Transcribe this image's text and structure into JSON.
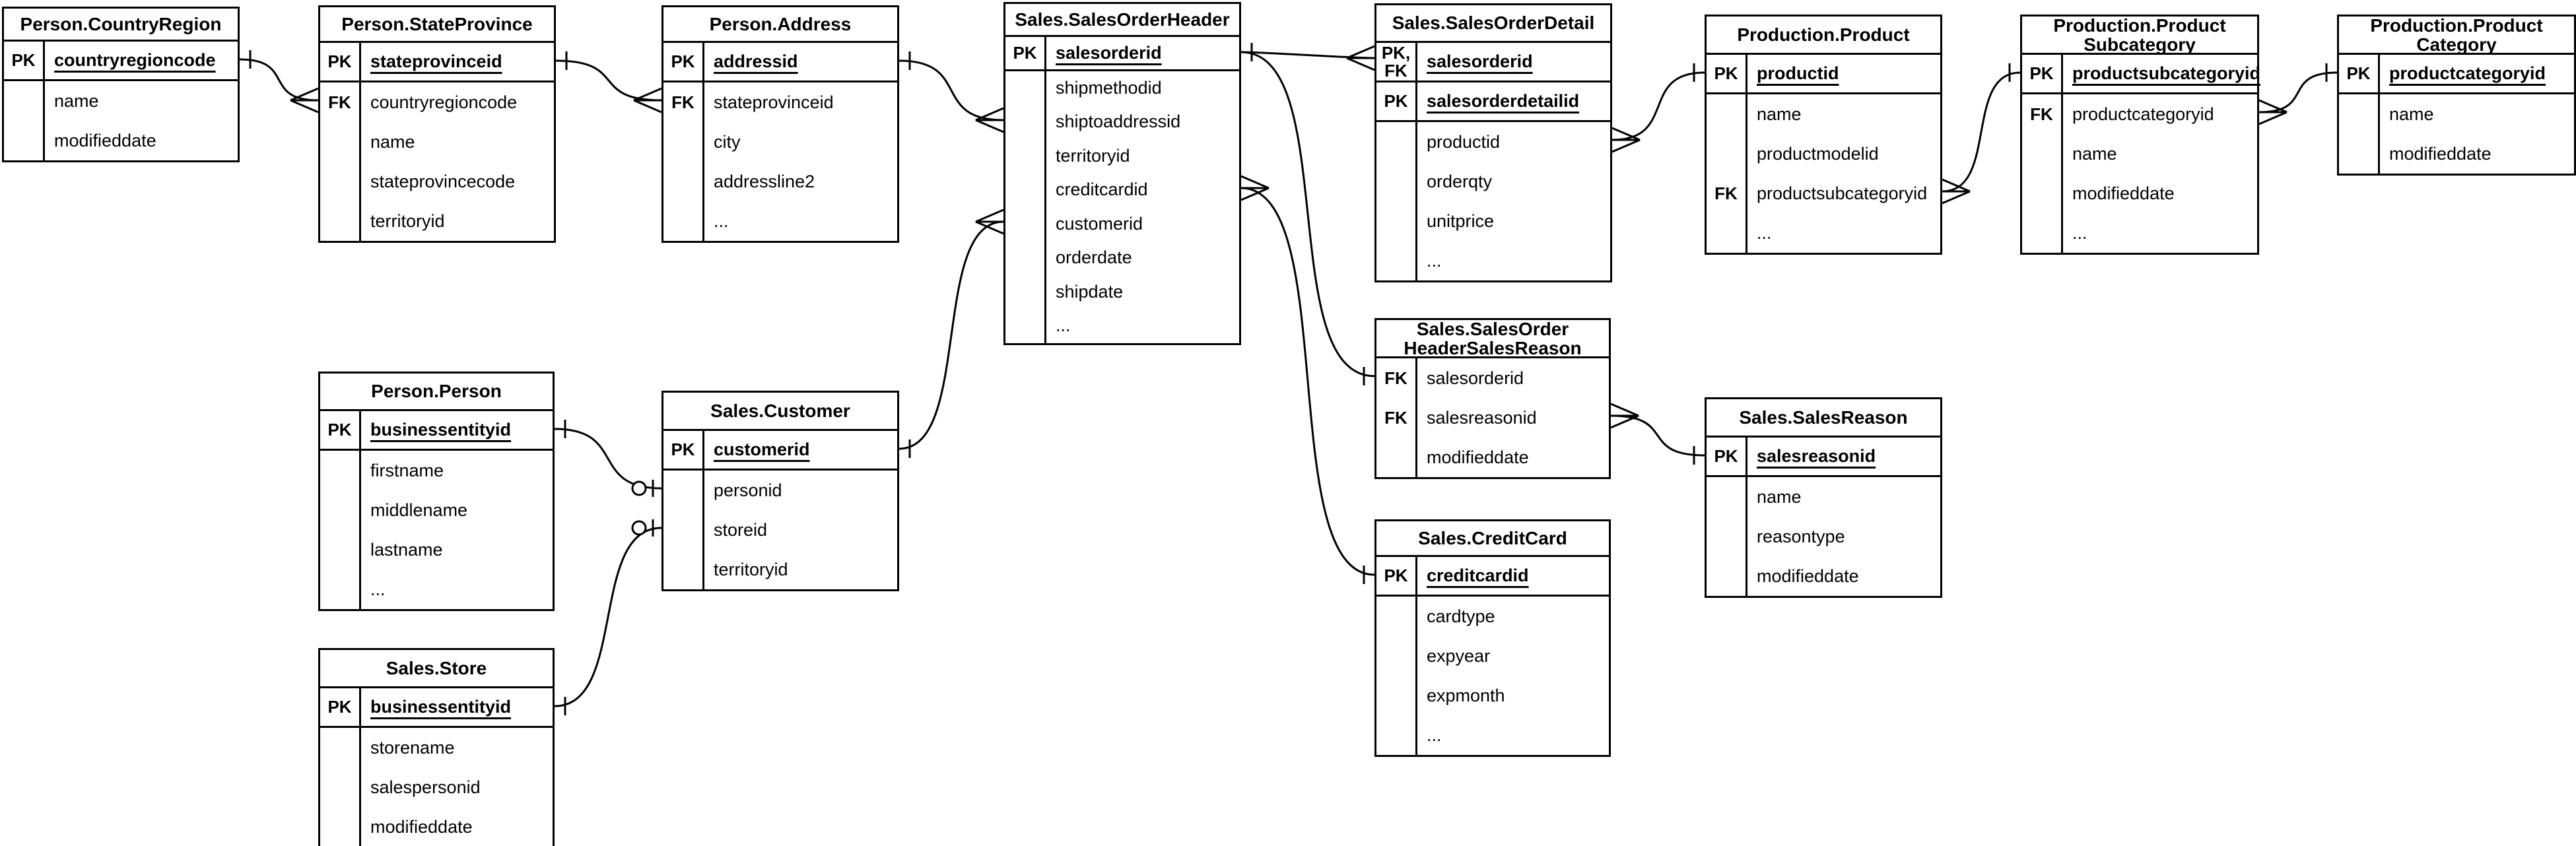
{
  "colors": {
    "background": "#ffffff",
    "line": "#000000",
    "table_fill": "#ffffff"
  },
  "key_labels": {
    "pk": "PK",
    "fk": "FK",
    "pk_fk": "PK,FK"
  },
  "diagram": {
    "tables": [
      {
        "id": "person_countryregion",
        "title_lines": [
          "Person.CountryRegion"
        ],
        "rows": [
          {
            "key_lines": [
              "PK"
            ],
            "name": "countryregioncode",
            "underline": true
          },
          {
            "key_lines": [],
            "name": "name",
            "underline": false
          },
          {
            "key_lines": [],
            "name": "modifieddate",
            "underline": false
          }
        ]
      },
      {
        "id": "person_stateprovince",
        "title_lines": [
          "Person.StateProvince"
        ],
        "rows": [
          {
            "key_lines": [
              "PK"
            ],
            "name": "stateprovinceid",
            "underline": true
          },
          {
            "key_lines": [
              "FK"
            ],
            "name": "countryregioncode",
            "underline": false
          },
          {
            "key_lines": [],
            "name": "name",
            "underline": false
          },
          {
            "key_lines": [],
            "name": "stateprovincecode",
            "underline": false
          },
          {
            "key_lines": [],
            "name": "territoryid",
            "underline": false
          }
        ]
      },
      {
        "id": "person_address",
        "title_lines": [
          "Person.Address"
        ],
        "rows": [
          {
            "key_lines": [
              "PK"
            ],
            "name": "addressid",
            "underline": true
          },
          {
            "key_lines": [
              "FK"
            ],
            "name": "stateprovinceid",
            "underline": false
          },
          {
            "key_lines": [],
            "name": "city",
            "underline": false
          },
          {
            "key_lines": [],
            "name": "addressline2",
            "underline": false
          },
          {
            "key_lines": [],
            "name": "...",
            "underline": false
          }
        ]
      },
      {
        "id": "sales_salesorderheader",
        "title_lines": [
          "Sales.SalesOrderHeader"
        ],
        "rows": [
          {
            "key_lines": [
              "PK"
            ],
            "name": "salesorderid",
            "underline": true
          },
          {
            "key_lines": [],
            "name": "shipmethodid",
            "underline": false
          },
          {
            "key_lines": [],
            "name": "shiptoaddressid",
            "underline": false
          },
          {
            "key_lines": [],
            "name": "territoryid",
            "underline": false
          },
          {
            "key_lines": [],
            "name": "creditcardid",
            "underline": false
          },
          {
            "key_lines": [],
            "name": "customerid",
            "underline": false
          },
          {
            "key_lines": [],
            "name": "orderdate",
            "underline": false
          },
          {
            "key_lines": [],
            "name": "shipdate",
            "underline": false
          },
          {
            "key_lines": [],
            "name": "...",
            "underline": false
          }
        ]
      },
      {
        "id": "sales_salesorderdetail",
        "title_lines": [
          "Sales.SalesOrderDetail"
        ],
        "rows": [
          {
            "key_lines": [
              "PK,",
              "FK"
            ],
            "name": "salesorderid",
            "underline": true
          },
          {
            "key_lines": [
              "PK"
            ],
            "name": "salesorderdetailid",
            "underline": true
          },
          {
            "key_lines": [],
            "name": "productid",
            "underline": false
          },
          {
            "key_lines": [],
            "name": "orderqty",
            "underline": false
          },
          {
            "key_lines": [],
            "name": "unitprice",
            "underline": false
          },
          {
            "key_lines": [],
            "name": "...",
            "underline": false
          }
        ]
      },
      {
        "id": "production_product",
        "title_lines": [
          "Production.Product"
        ],
        "rows": [
          {
            "key_lines": [
              "PK"
            ],
            "name": "productid",
            "underline": true
          },
          {
            "key_lines": [],
            "name": "name",
            "underline": false
          },
          {
            "key_lines": [],
            "name": "productmodelid",
            "underline": false
          },
          {
            "key_lines": [
              "FK"
            ],
            "name": "productsubcategoryid",
            "underline": false
          },
          {
            "key_lines": [],
            "name": "...",
            "underline": false
          }
        ]
      },
      {
        "id": "production_productsubcategory",
        "title_lines": [
          "Production.Product",
          "Subcategory"
        ],
        "rows": [
          {
            "key_lines": [
              "PK"
            ],
            "name": "productsubcategoryid",
            "underline": true
          },
          {
            "key_lines": [
              "FK"
            ],
            "name": "productcategoryid",
            "underline": false
          },
          {
            "key_lines": [],
            "name": "name",
            "underline": false
          },
          {
            "key_lines": [],
            "name": "modifieddate",
            "underline": false
          },
          {
            "key_lines": [],
            "name": "...",
            "underline": false
          }
        ]
      },
      {
        "id": "production_productcategory",
        "title_lines": [
          "Production.Product",
          "Category"
        ],
        "rows": [
          {
            "key_lines": [
              "PK"
            ],
            "name": "productcategoryid",
            "underline": true
          },
          {
            "key_lines": [],
            "name": "name",
            "underline": false
          },
          {
            "key_lines": [],
            "name": "modifieddate",
            "underline": false
          }
        ]
      },
      {
        "id": "person_person",
        "title_lines": [
          "Person.Person"
        ],
        "rows": [
          {
            "key_lines": [
              "PK"
            ],
            "name": "businessentityid",
            "underline": true
          },
          {
            "key_lines": [],
            "name": "firstname",
            "underline": false
          },
          {
            "key_lines": [],
            "name": "middlename",
            "underline": false
          },
          {
            "key_lines": [],
            "name": "lastname",
            "underline": false
          },
          {
            "key_lines": [],
            "name": "...",
            "underline": false
          }
        ]
      },
      {
        "id": "sales_customer",
        "title_lines": [
          "Sales.Customer"
        ],
        "rows": [
          {
            "key_lines": [
              "PK"
            ],
            "name": "customerid",
            "underline": true
          },
          {
            "key_lines": [],
            "name": "personid",
            "underline": false
          },
          {
            "key_lines": [],
            "name": "storeid",
            "underline": false
          },
          {
            "key_lines": [],
            "name": "territoryid",
            "underline": false
          }
        ]
      },
      {
        "id": "sales_store",
        "title_lines": [
          "Sales.Store"
        ],
        "rows": [
          {
            "key_lines": [
              "PK"
            ],
            "name": "businessentityid",
            "underline": true
          },
          {
            "key_lines": [],
            "name": "storename",
            "underline": false
          },
          {
            "key_lines": [],
            "name": "salespersonid",
            "underline": false
          },
          {
            "key_lines": [],
            "name": "modifieddate",
            "underline": false
          }
        ]
      },
      {
        "id": "sales_salesorderheadersalesreason",
        "title_lines": [
          "Sales.SalesOrder",
          "HeaderSalesReason"
        ],
        "rows": [
          {
            "key_lines": [
              "FK"
            ],
            "name": "salesorderid",
            "underline": false
          },
          {
            "key_lines": [
              "FK"
            ],
            "name": "salesreasonid",
            "underline": false
          },
          {
            "key_lines": [],
            "name": "modifieddate",
            "underline": false
          }
        ]
      },
      {
        "id": "sales_creditcard",
        "title_lines": [
          "Sales.CreditCard"
        ],
        "rows": [
          {
            "key_lines": [
              "PK"
            ],
            "name": "creditcardid",
            "underline": true
          },
          {
            "key_lines": [],
            "name": "cardtype",
            "underline": false
          },
          {
            "key_lines": [],
            "name": "expyear",
            "underline": false
          },
          {
            "key_lines": [],
            "name": "expmonth",
            "underline": false
          },
          {
            "key_lines": [],
            "name": "...",
            "underline": false
          }
        ]
      },
      {
        "id": "sales_salesreason",
        "title_lines": [
          "Sales.SalesReason"
        ],
        "rows": [
          {
            "key_lines": [
              "PK"
            ],
            "name": "salesreasonid",
            "underline": true
          },
          {
            "key_lines": [],
            "name": "name",
            "underline": false
          },
          {
            "key_lines": [],
            "name": "reasontype",
            "underline": false
          },
          {
            "key_lines": [],
            "name": "modifieddate",
            "underline": false
          }
        ]
      }
    ],
    "relationships": [
      {
        "from_table": "Person.CountryRegion",
        "from_column": "countryregioncode",
        "from_cardinality": "one",
        "to_table": "Person.StateProvince",
        "to_column": "countryregioncode",
        "to_cardinality": "many"
      },
      {
        "from_table": "Person.StateProvince",
        "from_column": "stateprovinceid",
        "from_cardinality": "one",
        "to_table": "Person.Address",
        "to_column": "stateprovinceid",
        "to_cardinality": "many"
      },
      {
        "from_table": "Person.Address",
        "from_column": "addressid",
        "from_cardinality": "one",
        "to_table": "Sales.SalesOrderHeader",
        "to_column": "shiptoaddressid",
        "to_cardinality": "many"
      },
      {
        "from_table": "Sales.Customer",
        "from_column": "customerid",
        "from_cardinality": "one",
        "to_table": "Sales.SalesOrderHeader",
        "to_column": "customerid",
        "to_cardinality": "many"
      },
      {
        "from_table": "Sales.SalesOrderHeader",
        "from_column": "salesorderid",
        "from_cardinality": "one",
        "to_table": "Sales.SalesOrderDetail",
        "to_column": "salesorderid",
        "to_cardinality": "many"
      },
      {
        "from_table": "Sales.SalesOrderHeader",
        "from_column": "salesorderid",
        "from_cardinality": "one",
        "to_table": "Sales.SalesOrderHeaderSalesReason",
        "to_column": "salesorderid",
        "to_cardinality": "one"
      },
      {
        "from_table": "Sales.SalesOrderHeader",
        "from_column": "creditcardid",
        "from_cardinality": "many",
        "to_table": "Sales.CreditCard",
        "to_column": "creditcardid",
        "to_cardinality": "one"
      },
      {
        "from_table": "Sales.SalesOrderDetail",
        "from_column": "productid",
        "from_cardinality": "many",
        "to_table": "Production.Product",
        "to_column": "productid",
        "to_cardinality": "one"
      },
      {
        "from_table": "Production.Product",
        "from_column": "productsubcategoryid",
        "from_cardinality": "many",
        "to_table": "Production.ProductSubcategory",
        "to_column": "productsubcategoryid",
        "to_cardinality": "one"
      },
      {
        "from_table": "Production.ProductSubcategory",
        "from_column": "productcategoryid",
        "from_cardinality": "many",
        "to_table": "Production.ProductCategory",
        "to_column": "productcategoryid",
        "to_cardinality": "one"
      },
      {
        "from_table": "Sales.SalesOrderHeaderSalesReason",
        "from_column": "salesreasonid",
        "from_cardinality": "many",
        "to_table": "Sales.SalesReason",
        "to_column": "salesreasonid",
        "to_cardinality": "one"
      },
      {
        "from_table": "Person.Person",
        "from_column": "businessentityid",
        "from_cardinality": "one",
        "to_table": "Sales.Customer",
        "to_column": "personid",
        "to_cardinality": "zero-or-one"
      },
      {
        "from_table": "Sales.Store",
        "from_column": "businessentityid",
        "from_cardinality": "one",
        "to_table": "Sales.Customer",
        "to_column": "storeid",
        "to_cardinality": "zero-or-one"
      }
    ]
  }
}
